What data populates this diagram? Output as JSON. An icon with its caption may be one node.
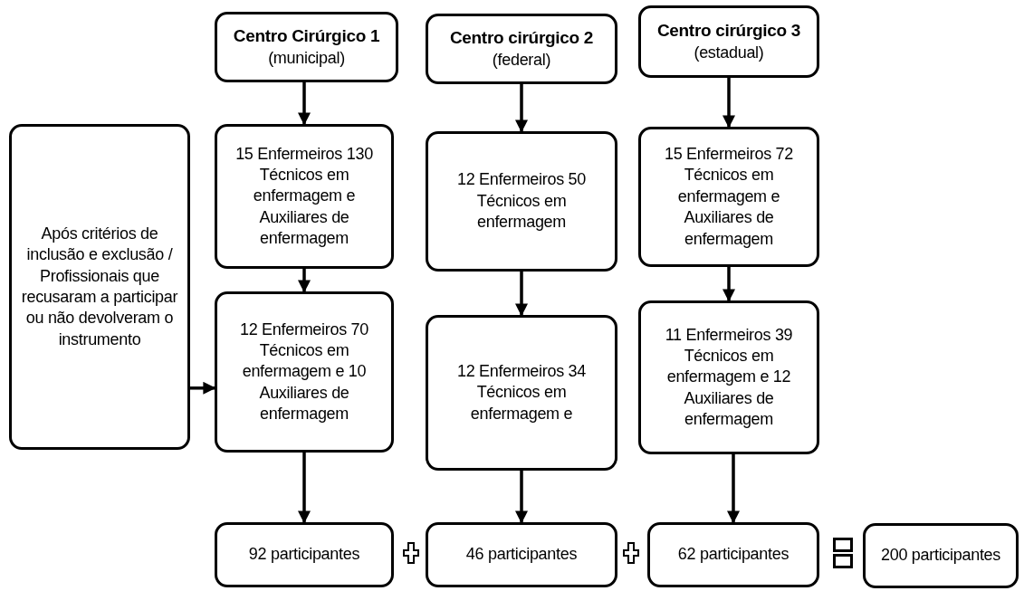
{
  "diagram": {
    "nodes": [
      {
        "text": [
          "Centro Cirúrgico 1",
          "(municipal)"
        ]
      },
      {
        "text": [
          "Centro cirúrgico 2",
          "(federal)"
        ]
      },
      {
        "text": [
          "Centro cirúrgico 3",
          "(estadual)"
        ]
      },
      {
        "text": [
          "Após critérios de inclusão e exclusão / Profissionais que recusaram a participar ou não devolveram o instrumento"
        ]
      },
      {
        "text": [
          "15 Enfermeiros 130 Técnicos em enfermagem e Auxiliares de enfermagem"
        ]
      },
      {
        "text": [
          "12 Enfermeiros 50 Técnicos em enfermagem"
        ]
      },
      {
        "text": [
          "15 Enfermeiros 72 Técnicos em enfermagem e Auxiliares de enfermagem"
        ]
      },
      {
        "text": [
          "12 Enfermeiros 70 Técnicos em enfermagem e 10 Auxiliares de enfermagem"
        ]
      },
      {
        "text": [
          "12 Enfermeiros 34 Técnicos em enfermagem e"
        ]
      },
      {
        "text": [
          "11 Enfermeiros 39 Técnicos em enfermagem e 12 Auxiliares de enfermagem"
        ]
      },
      {
        "text": [
          "92 participantes"
        ]
      },
      {
        "text": [
          "46 participantes"
        ]
      },
      {
        "text": [
          "62 participantes"
        ]
      },
      {
        "text": [
          "200 participantes"
        ]
      }
    ],
    "edges": [
      {
        "from": 0,
        "to": 4,
        "arrow": "to"
      },
      {
        "from": 1,
        "to": 5,
        "arrow": "to"
      },
      {
        "from": 2,
        "to": 6,
        "arrow": "to"
      },
      {
        "from": 4,
        "to": 7,
        "arrow": "to"
      },
      {
        "from": 5,
        "to": 8,
        "arrow": "to"
      },
      {
        "from": 6,
        "to": 9,
        "arrow": "to"
      },
      {
        "from": 3,
        "to": 7,
        "arrow": "to"
      },
      {
        "from": 7,
        "to": 10,
        "arrow": "to"
      },
      {
        "from": 8,
        "to": 11,
        "arrow": "to"
      },
      {
        "from": 9,
        "to": 12,
        "arrow": "to"
      }
    ]
  }
}
